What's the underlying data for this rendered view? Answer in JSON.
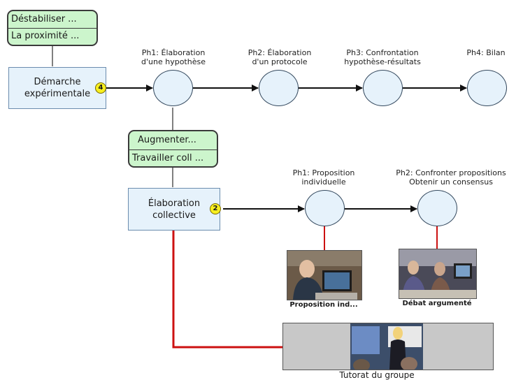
{
  "goals": {
    "top": {
      "line1": "Déstabiliser ...",
      "line2": "La proximité ..."
    },
    "middle": {
      "line1": "Augmenter...",
      "line2": "Travailler coll ..."
    }
  },
  "methods": {
    "demarche": {
      "label": "Démarche\nexpérimentale",
      "badge": "4"
    },
    "elaboration": {
      "label": "Élaboration\ncollective",
      "badge": "2"
    }
  },
  "phases_row1": [
    {
      "label": "Ph1: Élaboration\nd'une hypothèse"
    },
    {
      "label": "Ph2: Élaboration\nd'un protocole"
    },
    {
      "label": "Ph3: Confrontation\nhypothèse-résultats"
    },
    {
      "label": "Ph4: Bilan"
    }
  ],
  "phases_row2": [
    {
      "label": "Ph1: Proposition\nindividuelle"
    },
    {
      "label": "Ph2: Confronter propositions\nObtenir un consensus"
    }
  ],
  "resources": {
    "proposition": {
      "caption": "Proposition ind..."
    },
    "debat": {
      "caption": "Débat argumenté"
    },
    "tutorat": {
      "caption": "Tutorat du groupe"
    }
  },
  "colors": {
    "goal_fill": "#ccf5cc",
    "method_fill": "#e6f2fb",
    "phase_fill": "#e6f2fb",
    "badge_fill": "#f7ef1f",
    "link_red": "#cc1111"
  }
}
